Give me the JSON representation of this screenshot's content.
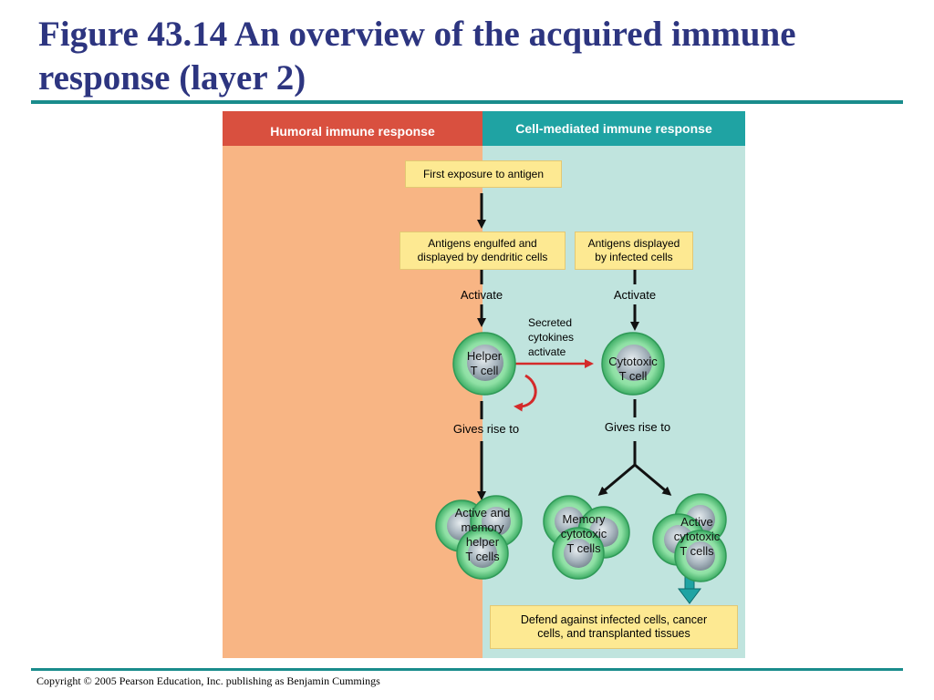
{
  "slide": {
    "title_line1": "Figure 43.14 An overview of the acquired immune",
    "title_line2": "response (layer 2)",
    "copyright": "Copyright © 2005 Pearson Education, Inc. publishing as Benjamin Cummings"
  },
  "diagram": {
    "humoral_header": "Humoral immune response",
    "cell_mediated_header": "Cell-mediated immune response",
    "first_exposure": "First exposure to antigen",
    "antigens_engulfed_1": "Antigens engulfed and",
    "antigens_engulfed_2": "displayed by dendritic cells",
    "antigens_displayed_1": "Antigens displayed",
    "antigens_displayed_2": "by infected cells",
    "activate_left": "Activate",
    "activate_right": "Activate",
    "secreted_1": "Secreted",
    "secreted_2": "cytokines",
    "secreted_3": "activate",
    "helper_1": "Helper",
    "helper_2": "T cell",
    "cytotoxic_1": "Cytotoxic",
    "cytotoxic_2": "T cell",
    "gives_rise_left": "Gives rise to",
    "gives_rise_right": "Gives rise to",
    "active_helper_1": "Active and",
    "active_helper_2": "memory",
    "active_helper_3": "helper",
    "active_helper_4": "T cells",
    "memory_cyto_1": "Memory",
    "memory_cyto_2": "cytotoxic",
    "memory_cyto_3": "T cells",
    "active_cyto_1": "Active",
    "active_cyto_2": "cytotoxic",
    "active_cyto_3": "T cells",
    "defend_1": "Defend against infected cells, cancer",
    "defend_2": "cells, and transplanted tissues"
  },
  "colors": {
    "title": "#2d3580",
    "rule": "#1a8c8c",
    "humoral_bg": "#f8b584",
    "humoral_header": "#d9503f",
    "cell_bg": "#c0e4de",
    "cell_header": "#1fa3a3",
    "box": "#fde992",
    "cytokine_arrow": "#d42a2a",
    "cell_green": "#7fd89a",
    "nucleus": "#a9b6bf"
  }
}
